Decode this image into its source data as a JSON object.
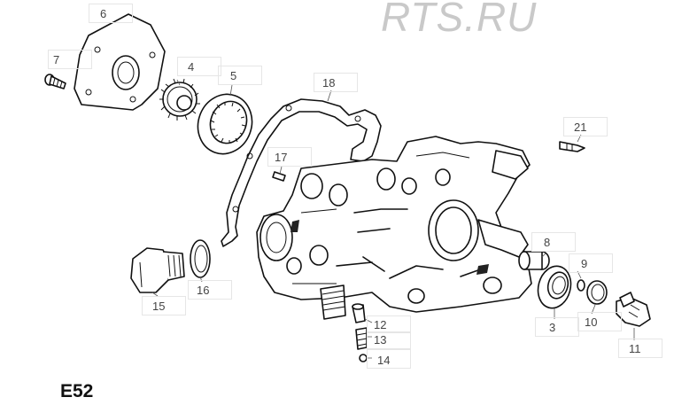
{
  "watermark": "RTS.RU",
  "diagram_code": "E52",
  "callouts": [
    {
      "id": "6",
      "label": "6"
    },
    {
      "id": "7",
      "label": "7"
    },
    {
      "id": "4",
      "label": "4"
    },
    {
      "id": "5",
      "label": "5"
    },
    {
      "id": "18",
      "label": "18"
    },
    {
      "id": "21",
      "label": "21"
    },
    {
      "id": "17",
      "label": "17"
    },
    {
      "id": "8",
      "label": "8"
    },
    {
      "id": "9",
      "label": "9"
    },
    {
      "id": "15",
      "label": "15"
    },
    {
      "id": "16",
      "label": "16"
    },
    {
      "id": "12",
      "label": "12"
    },
    {
      "id": "13",
      "label": "13"
    },
    {
      "id": "14",
      "label": "14"
    },
    {
      "id": "3",
      "label": "3"
    },
    {
      "id": "10",
      "label": "10"
    },
    {
      "id": "11",
      "label": "11"
    }
  ]
}
